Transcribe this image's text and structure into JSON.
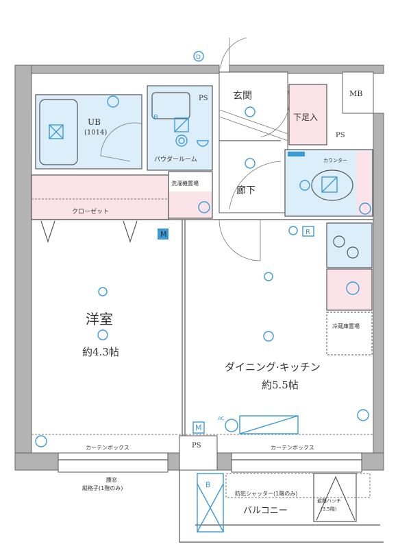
{
  "rooms": {
    "western": {
      "name": "洋室",
      "size": "約4.3帖"
    },
    "dining": {
      "name": "ダイニング·キッチン",
      "size": "約5.5帖"
    },
    "bath": {
      "name": "UB",
      "size": "(1014)"
    },
    "powder": "パウダールーム",
    "washer": "洗濯機置場",
    "closet": "クローゼット",
    "entrance": "玄関",
    "shoe": "下足入",
    "mb": "MB",
    "hall": "廊下",
    "counter": "カウンター",
    "fridge": "冷蔵庫置場",
    "balcony": "バルコニー"
  },
  "labels": {
    "ps": "PS",
    "curtain_box": "カーテンボックス",
    "waist_window": "腰窓",
    "lattice": "縦格子(1階のみ)",
    "shutter": "防犯シャッター(1階のみ)",
    "hatch": "避難ハッチ",
    "hatch_floor": "(3.5階)"
  },
  "symbols": {
    "meter": "M",
    "range": "R",
    "b": "B",
    "d": "D",
    "ac": "AC"
  },
  "colors": {
    "wet": "#dceefa",
    "storage": "#fbe3ea",
    "fixture": "#3a9ad9"
  }
}
